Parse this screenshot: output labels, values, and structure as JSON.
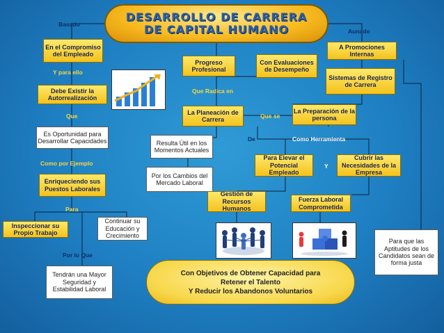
{
  "title": {
    "line1": "DESARROLLO DE CARRERA",
    "line2": "DE CAPITAL HUMANO"
  },
  "nodes": {
    "compromiso": "En el Compromiso del Empleado",
    "autorrealizacion": "Debe Existir la Autorrealización",
    "oportunidad": "Es Oportunidad para Desarrollar Capacidades",
    "enriqueciendo": "Enriqueciendo sus Puestos Laborales",
    "inspeccionar": "Inspeccionar su Propio Trabajo",
    "continuar": "Continuar su Educación y Crecimiento",
    "seguridad": "Tendrán una Mayor Seguridad y Estabilidad Laboral",
    "progreso": "Progreso Profesional",
    "evaluaciones": "Con Evaluaciones de Desempeño",
    "promociones": "A Promociones Internas",
    "sistemas": "Sistemas de Registro de Carrera",
    "planeacion": "La Planeación de Carrera",
    "preparacion": "La Preparación de la persona",
    "util": "Resulta Útil en los Momentos Actuales",
    "cambios": "Por los Cambios del Mercado Laboral",
    "potencial": "Para Elevar el Potencial Empleado",
    "necesidades": "Cubrir las Necesidades de la Empresa",
    "gestion": "Gestión de Recursos Humanos",
    "fuerza": "Fuerza Laboral Comprometida",
    "candidatos": "Para que las Aptitudes de los Candidatos sean de forma justa"
  },
  "labels": {
    "basado": "Basado",
    "aunado": "Aunado",
    "y_por_ello": "Y para ello",
    "que": "Que",
    "como_por_ejemplo": "Como por Ejemplo",
    "para": "Para",
    "por_lo_que": "Por lo Que",
    "que_radica": "Que Radica en",
    "que_se": "Que se",
    "de": "De",
    "como_herramienta": "Como Herramienta",
    "y": "Y"
  },
  "objective": {
    "line1": "Con Objetivos de Obtener Capacidad para",
    "line2": "Retener el Talento",
    "line3": "Y Reducir los Abandonos Voluntarios"
  },
  "colors": {
    "background": "#1e7fc2",
    "box_yellow": "#f4c21c",
    "label_yellow": "#f7d640",
    "label_dark": "#0b2e66"
  },
  "icons": [
    "bar-chart-image",
    "people-network-image",
    "puzzle-image"
  ]
}
